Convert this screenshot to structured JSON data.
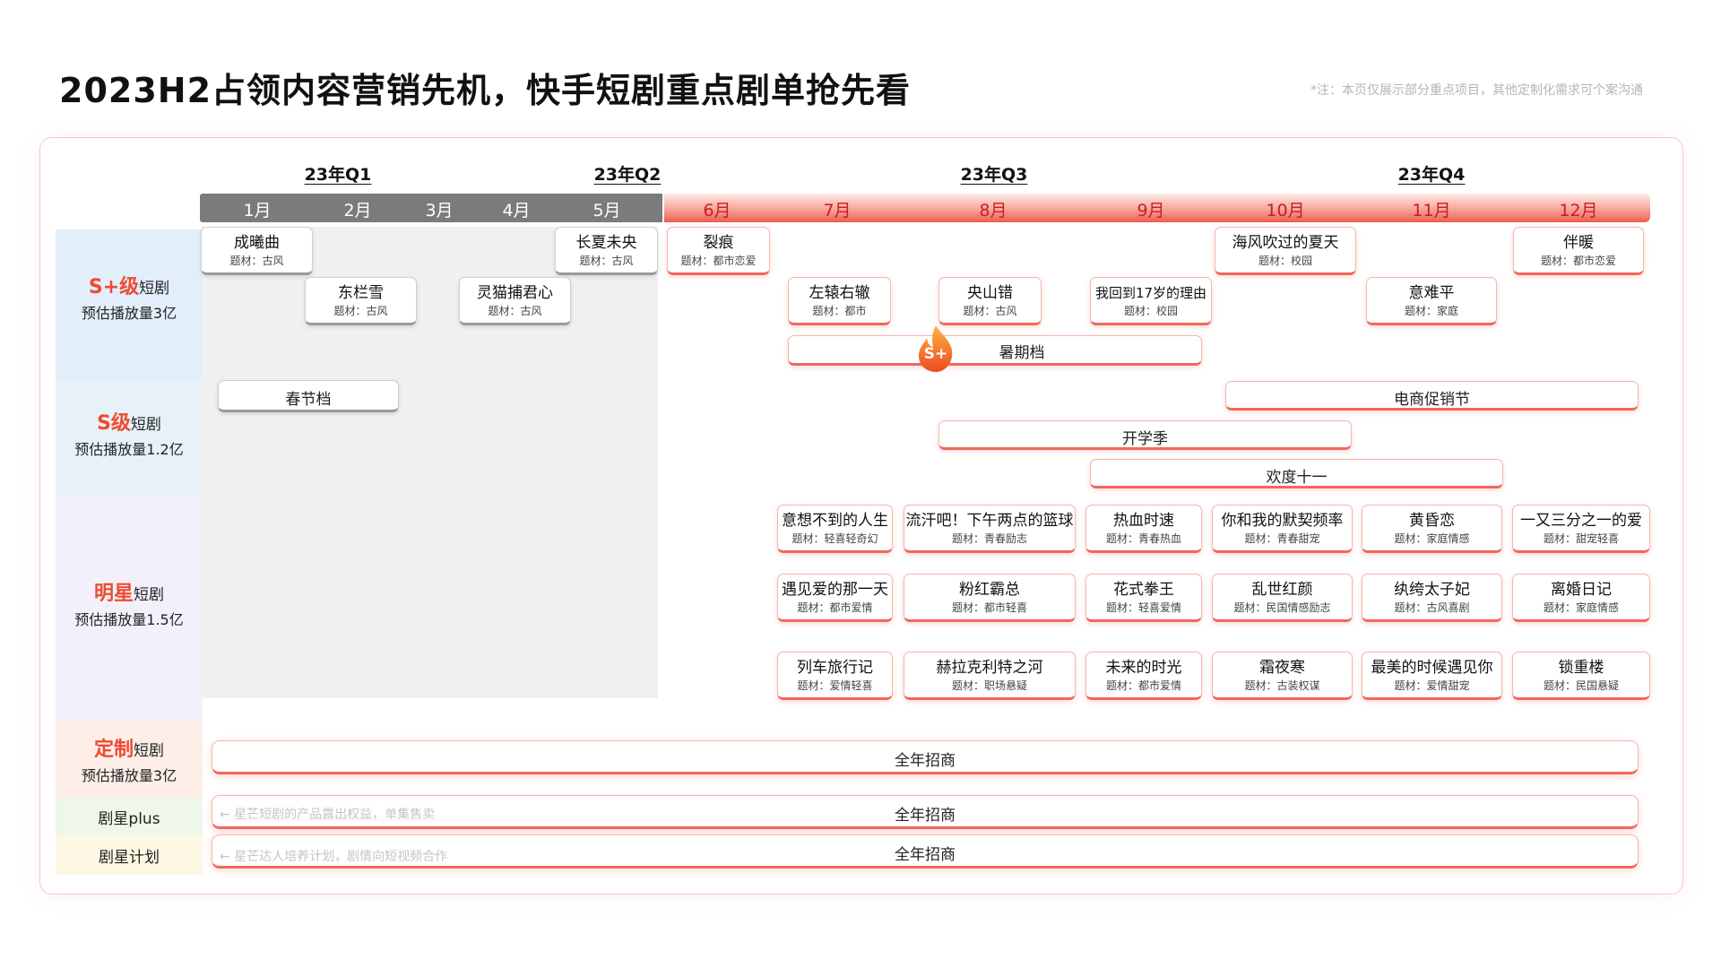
{
  "title": "2023H2占领内容营销先机，快手短剧重点剧单抢先看",
  "note": "*注：本页仅展示部分重点项目，其他定制化需求可个案沟通",
  "quarters": [
    "23年Q1",
    "23年Q2",
    "23年Q3",
    "23年Q4"
  ],
  "months": [
    "1月",
    "2月",
    "3月",
    "4月",
    "5月",
    "6月",
    "7月",
    "8月",
    "9月",
    "10月",
    "11月",
    "12月"
  ],
  "rows": {
    "splus": {
      "grade": "S+级",
      "suffix": "短剧",
      "desc": "预估播放量3亿"
    },
    "s": {
      "grade": "S级",
      "suffix": "短剧",
      "desc": "预估播放量1.2亿"
    },
    "star": {
      "grade": "明星",
      "suffix": "短剧",
      "desc": "预估播放量1.5亿"
    },
    "custom": {
      "grade": "定制",
      "suffix": "短剧",
      "desc": "预估播放量3亿"
    },
    "jxplus": {
      "label": "剧星plus"
    },
    "jxplan": {
      "label": "剧星计划"
    }
  },
  "programs": [
    {
      "name": "成曦曲",
      "tag": "题材：古风"
    },
    {
      "name": "长夏未央",
      "tag": "题材：古风"
    },
    {
      "name": "裂痕",
      "tag": "题材：都市恋爱"
    },
    {
      "name": "海风吹过的夏天",
      "tag": "题材：校园"
    },
    {
      "name": "伴暖",
      "tag": "题材：都市恋爱"
    },
    {
      "name": "东栏雪",
      "tag": "题材：古风"
    },
    {
      "name": "灵猫捕君心",
      "tag": "题材：古风"
    },
    {
      "name": "左辕右辙",
      "tag": "题材：都市"
    },
    {
      "name": "央山错",
      "tag": "题材：古风"
    },
    {
      "name": "我回到17岁的理由",
      "tag": "题材：校园"
    },
    {
      "name": "意难平",
      "tag": "题材：家庭"
    },
    {
      "name": "意想不到的人生",
      "tag": "题材：轻喜轻奇幻"
    },
    {
      "name": "流汗吧！下午两点的篮球",
      "tag": "题材：青春励志"
    },
    {
      "name": "热血时速",
      "tag": "题材：青春热血"
    },
    {
      "name": "你和我的默契频率",
      "tag": "题材：青春甜宠"
    },
    {
      "name": "黄昏恋",
      "tag": "题材：家庭情感"
    },
    {
      "name": "一又三分之一的爱",
      "tag": "题材：甜宠轻喜"
    },
    {
      "name": "遇见爱的那一天",
      "tag": "题材：都市爱情"
    },
    {
      "name": "粉红霸总",
      "tag": "题材：都市轻喜"
    },
    {
      "name": "花式拳王",
      "tag": "题材：轻喜爱情"
    },
    {
      "name": "乱世红颜",
      "tag": "题材：民国情感励志"
    },
    {
      "name": "纨绔太子妃",
      "tag": "题材：古风喜剧"
    },
    {
      "name": "离婚日记",
      "tag": "题材：家庭情感"
    },
    {
      "name": "列车旅行记",
      "tag": "题材：爱情轻喜"
    },
    {
      "name": "赫拉克利特之河",
      "tag": "题材：职场悬疑"
    },
    {
      "name": "未来的时光",
      "tag": "题材：都市爱情"
    },
    {
      "name": "霜夜寒",
      "tag": "题材：古装权谋"
    },
    {
      "name": "最美的时候遇见你",
      "tag": "题材：爱情甜宠"
    },
    {
      "name": "锁重楼",
      "tag": "题材：民国悬疑"
    }
  ],
  "periods": {
    "summer": "暑期档",
    "summer_badge": "S+",
    "spring": "春节档",
    "ecommerce": "电商促销节",
    "school": "开学季",
    "nationalday": "欢度十一"
  },
  "yearlong": {
    "custom": "全年招商",
    "jxplus": "全年招商",
    "jxplus_hint": "← 星芒短剧的产品露出权益，单集售卖",
    "jxplan": "全年招商",
    "jxplan_hint": "← 星芒达人培养计划，剧情向短视频合作"
  },
  "colors": {
    "accent": "#ee4b33",
    "grey": "#7b7b7b"
  }
}
